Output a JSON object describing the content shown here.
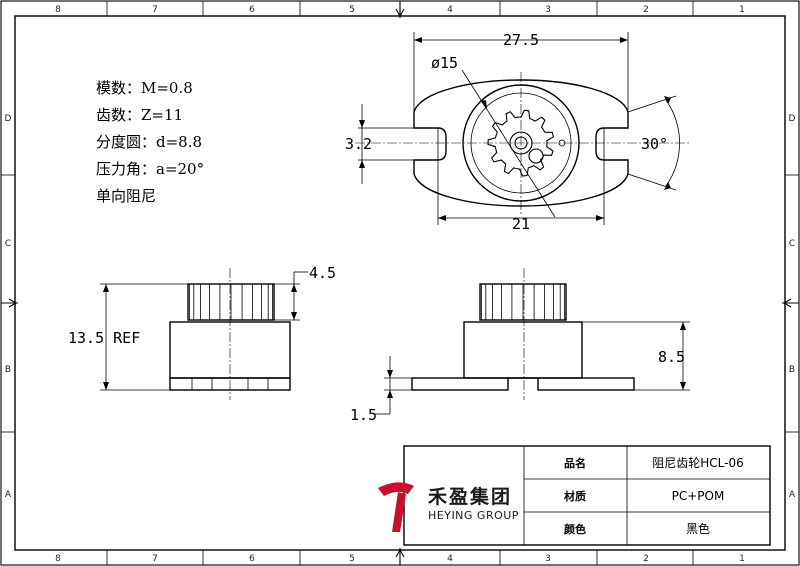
{
  "border_zones": {
    "top": [
      "8",
      "7",
      "6",
      "5",
      "4",
      "3",
      "2",
      "1"
    ],
    "bottom": [
      "8",
      "7",
      "6",
      "5",
      "4",
      "3",
      "2",
      "1"
    ],
    "left": [
      "D",
      "C",
      "B",
      "A"
    ],
    "right": [
      "D",
      "C",
      "B",
      "A"
    ]
  },
  "specs": [
    "模数：M=0.8",
    "齿数：Z=11",
    "分度圆：d=8.8",
    "压力角：a=20°",
    "单向阻尼"
  ],
  "dimensions": {
    "width_top": "27.5",
    "gear_dia": "ø15",
    "slot_width": "3.2",
    "angle": "30°",
    "hole_spacing": "21",
    "gear_height": "4.5",
    "total_height": "13.5 REF",
    "body_height": "8.5",
    "flange_thickness": "1.5"
  },
  "title_block": {
    "rows": [
      {
        "label": "品名",
        "value": "阻尼齿轮HCL-06"
      },
      {
        "label": "材质",
        "value": "PC+POM"
      },
      {
        "label": "颜色",
        "value": "黑色"
      }
    ],
    "company_cn": "禾盈集团",
    "company_en": "HEYING GROUP",
    "logo_color": "#c8102e"
  }
}
